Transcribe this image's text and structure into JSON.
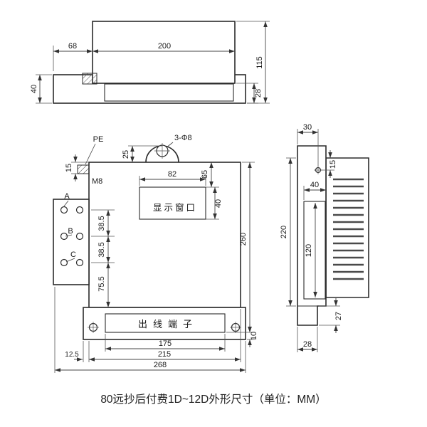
{
  "caption": "80远抄后付费1D~12D外形尺寸（单位：MM）",
  "top_view": {
    "d68": "68",
    "d200": "200",
    "d115": "115",
    "d40": "40",
    "d28": "28"
  },
  "front_view": {
    "pe": "PE",
    "m8": "M8",
    "hole_note": "3-Φ8",
    "d25": "25",
    "d15": "15",
    "d82": "82",
    "d65": "65",
    "d40": "40",
    "window_label": "显示窗口",
    "phase_a": "A",
    "phase_b": "B",
    "phase_c": "C",
    "pitch1": "38.5",
    "pitch2": "38.5",
    "pitch3": "75.5",
    "d260": "260",
    "d10": "10",
    "outlet_label": "出线端子",
    "d175": "175",
    "d215": "215",
    "d12_5": "12.5",
    "d268": "268"
  },
  "side_view": {
    "d30": "30",
    "d15": "15",
    "d40": "40",
    "d120": "120",
    "d220": "220",
    "d27": "27",
    "d28": "28"
  }
}
